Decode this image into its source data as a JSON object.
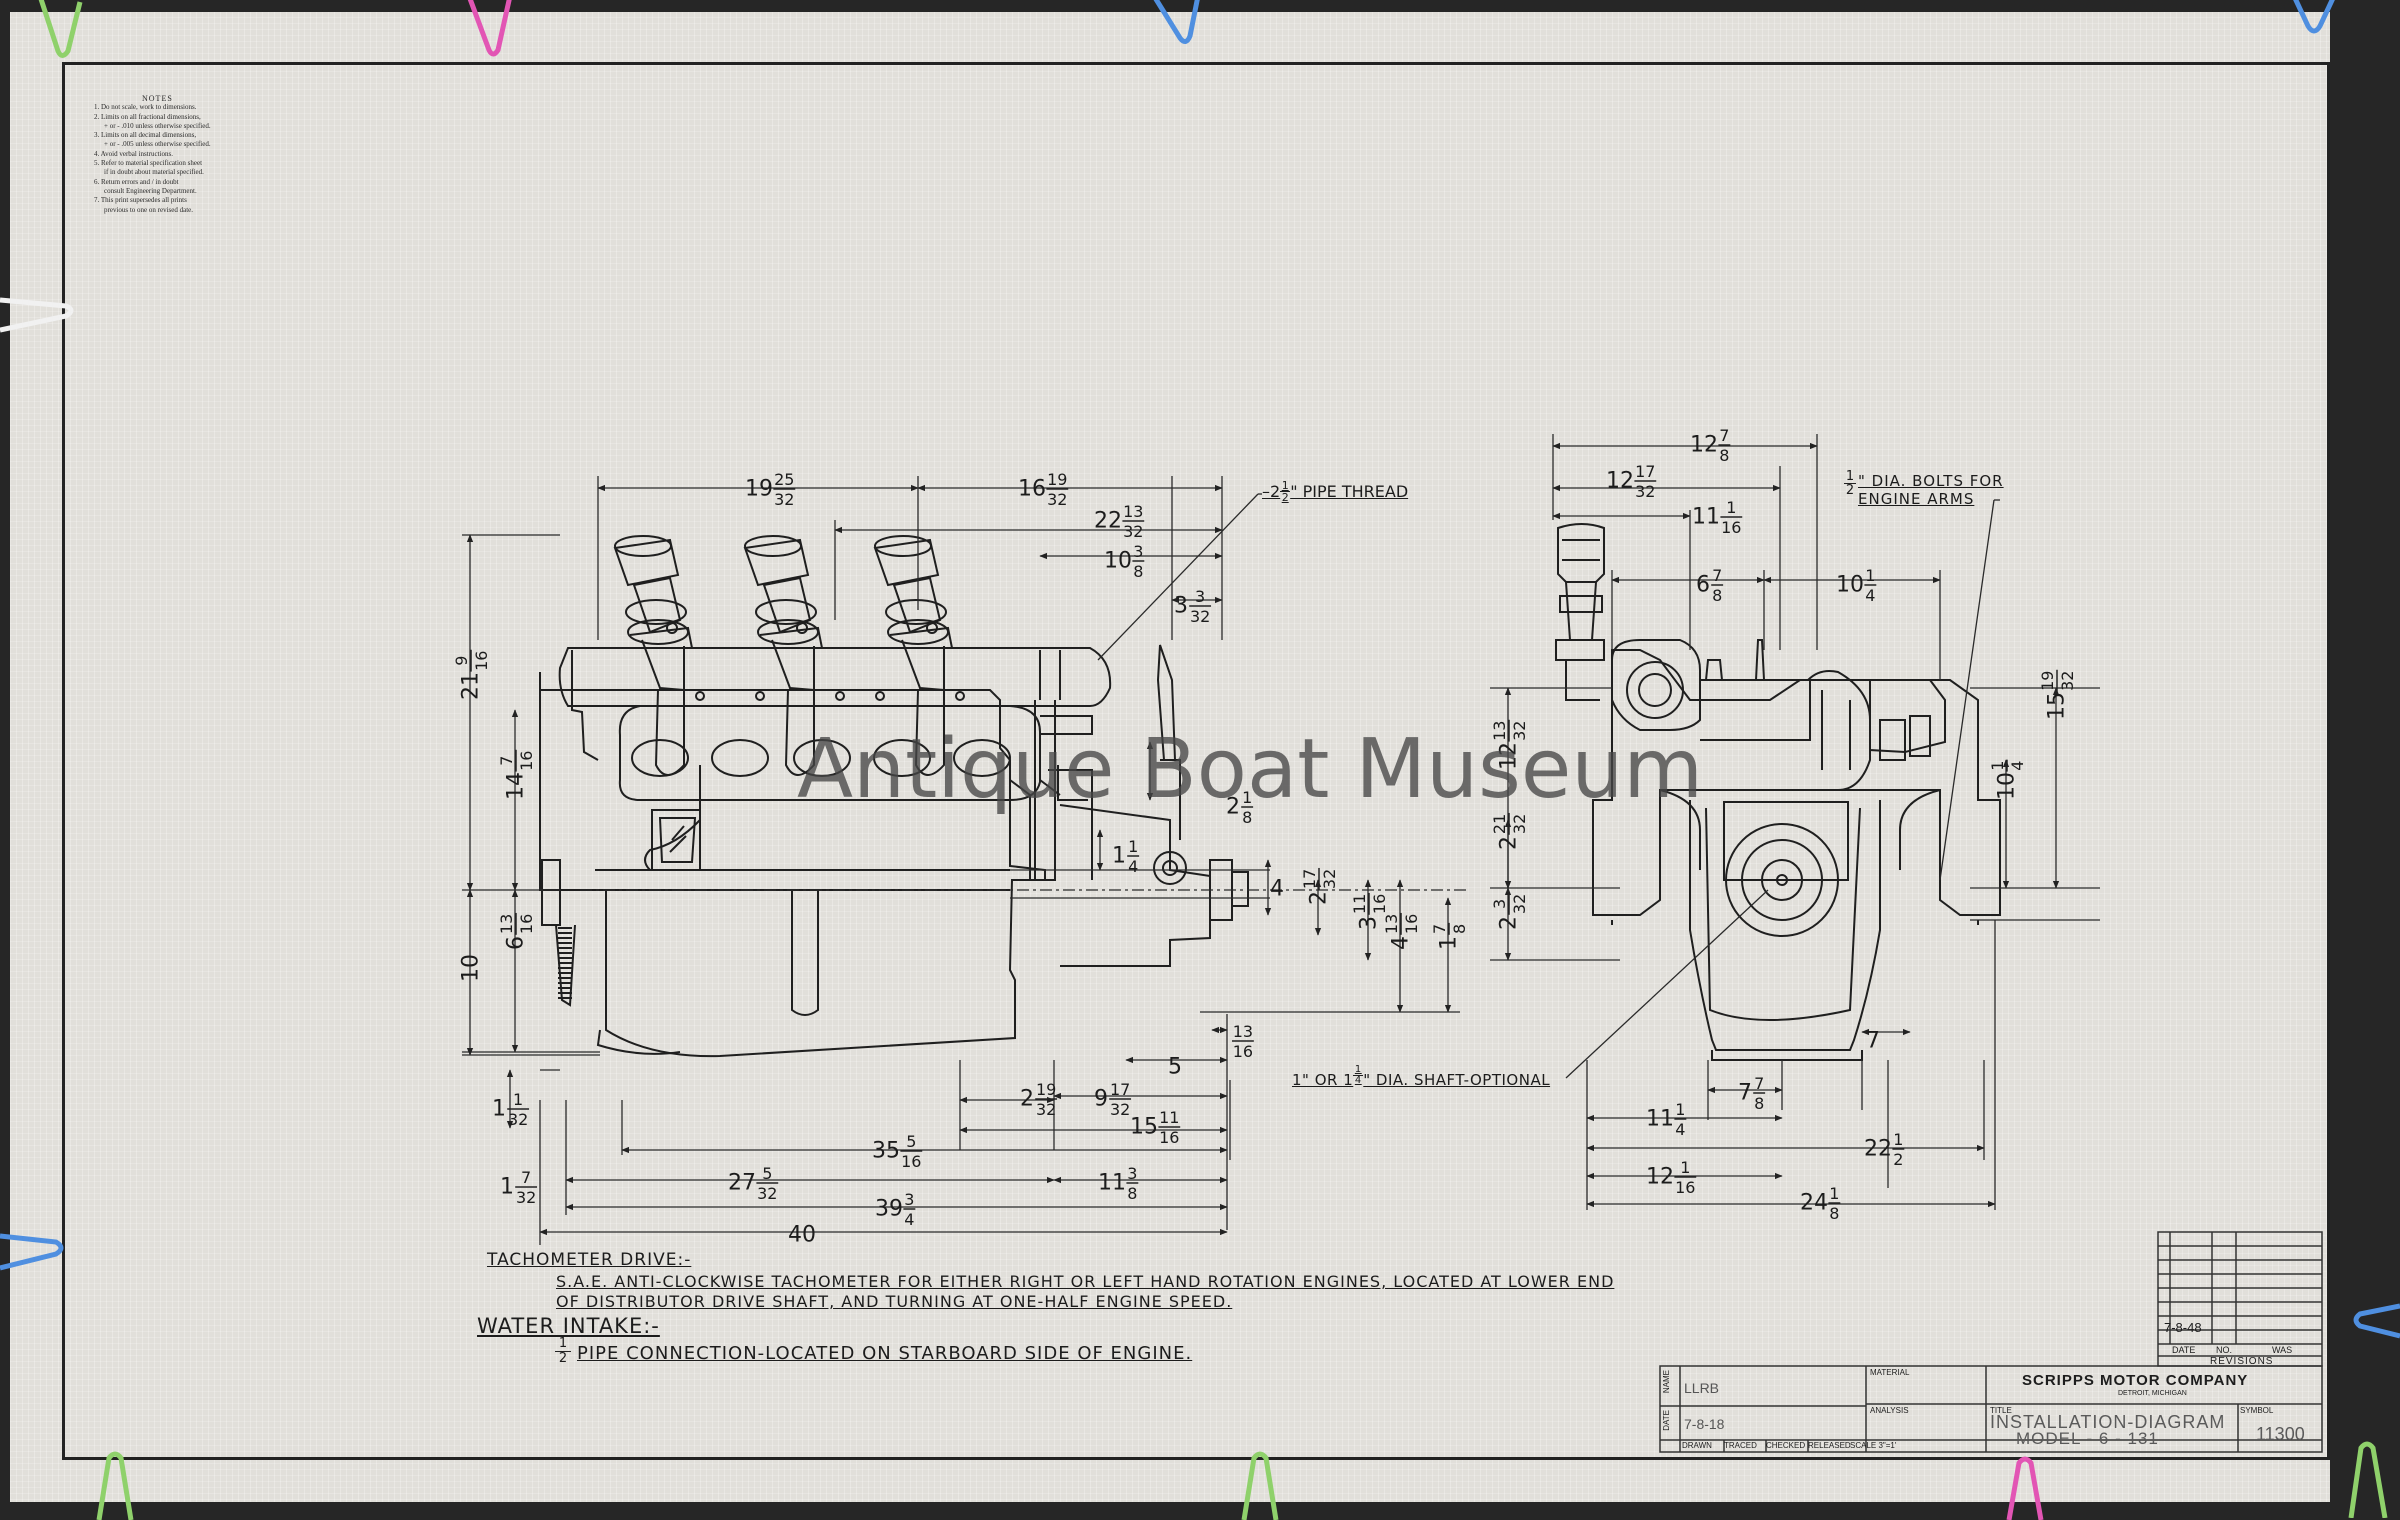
{
  "watermark": "Antique Boat Museum",
  "notes": {
    "title": "NOTES",
    "items": [
      "1. Do not scale, work to dimensions.",
      "2. Limits on all fractional dimensions,",
      "+ or - .010 unless otherwise specified.",
      "3. Limits on all decimal dimensions,",
      "+ or - .005 unless otherwise specified.",
      "4. Avoid verbal instructions.",
      "5. Refer to material specification sheet",
      "if in doubt about material specified.",
      "6. Return errors and / in doubt",
      "consult Engineering Department.",
      "7. This print supersedes all prints",
      "previous to one on revised date."
    ]
  },
  "side_view": {
    "dims": {
      "d19_25_32": {
        "whole": "19",
        "num": "25",
        "den": "32"
      },
      "d16_19_32": {
        "whole": "16",
        "num": "19",
        "den": "32"
      },
      "d22_13_32": {
        "whole": "22",
        "num": "13",
        "den": "32"
      },
      "d10_3_8": {
        "whole": "10",
        "num": "3",
        "den": "8"
      },
      "d3_3_32": {
        "whole": "3",
        "num": "3",
        "den": "32"
      },
      "d21_9_16": {
        "whole": "21",
        "num": "9",
        "den": "16"
      },
      "d14_7_16": {
        "whole": "14",
        "num": "7",
        "den": "16"
      },
      "d6_13_16": {
        "whole": "6",
        "num": "13",
        "den": "16"
      },
      "d10": {
        "whole": "10"
      },
      "d1_1_32": {
        "whole": "1",
        "num": "1",
        "den": "32"
      },
      "d1_7_32": {
        "whole": "1",
        "num": "7",
        "den": "32"
      },
      "d2_1_8": {
        "whole": "2",
        "num": "1",
        "den": "8"
      },
      "d1_1_4": {
        "whole": "1",
        "num": "1",
        "den": "4"
      },
      "d4": {
        "whole": "4"
      },
      "d2_17_32": {
        "whole": "2",
        "num": "17",
        "den": "32"
      },
      "d3_11_16": {
        "whole": "3",
        "num": "11",
        "den": "16"
      },
      "d4_13_16": {
        "whole": "4",
        "num": "13",
        "den": "16"
      },
      "d1_7_8": {
        "whole": "1",
        "num": "7",
        "den": "8"
      },
      "d13_16": {
        "whole": "",
        "num": "13",
        "den": "16"
      },
      "d5": {
        "whole": "5"
      },
      "d2_19_32": {
        "whole": "2",
        "num": "19",
        "den": "32"
      },
      "d9_17_32": {
        "whole": "9",
        "num": "17",
        "den": "32"
      },
      "d15_11_16": {
        "whole": "15",
        "num": "11",
        "den": "16"
      },
      "d35_5_16": {
        "whole": "35",
        "num": "5",
        "den": "16"
      },
      "d27_5_32": {
        "whole": "27",
        "num": "5",
        "den": "32"
      },
      "d11_3_8": {
        "whole": "11",
        "num": "3",
        "den": "8"
      },
      "d39_3_4": {
        "whole": "39",
        "num": "3",
        "den": "4"
      },
      "d40": {
        "whole": "40"
      }
    },
    "pipe_thread": {
      "prefix": "2",
      "num": "1",
      "den": "2",
      "text": "\" PIPE THREAD"
    }
  },
  "front_view": {
    "dims": {
      "d12_7_8": {
        "whole": "12",
        "num": "7",
        "den": "8"
      },
      "d12_17_32": {
        "whole": "12",
        "num": "17",
        "den": "32"
      },
      "d11_1_16": {
        "whole": "11",
        "num": "1",
        "den": "16"
      },
      "d6_7_8": {
        "whole": "6",
        "num": "7",
        "den": "8"
      },
      "d10_1_4": {
        "whole": "10",
        "num": "1",
        "den": "4"
      },
      "d15_19_32": {
        "whole": "15",
        "num": "19",
        "den": "32"
      },
      "d10_1_4v": {
        "whole": "10",
        "num": "1",
        "den": "4"
      },
      "d12_13_32": {
        "whole": "12",
        "num": "13",
        "den": "32"
      },
      "d2_21_32": {
        "whole": "2",
        "num": "21",
        "den": "32"
      },
      "d2_3_32": {
        "whole": "2",
        "num": "3",
        "den": "32"
      },
      "d7": {
        "whole": "7"
      },
      "d7_7_8": {
        "whole": "7",
        "num": "7",
        "den": "8"
      },
      "d11_1_4": {
        "whole": "11",
        "num": "1",
        "den": "4"
      },
      "d22_1_2": {
        "whole": "22",
        "num": "1",
        "den": "2"
      },
      "d12_1_16": {
        "whole": "12",
        "num": "1",
        "den": "16"
      },
      "d24_1_8": {
        "whole": "24",
        "num": "1",
        "den": "8"
      }
    },
    "bolts_note": {
      "num": "1",
      "den": "2",
      "line1": "\" DIA. BOLTS FOR",
      "line2": "ENGINE ARMS"
    },
    "shaft_note": {
      "prefix": "1\" OR 1",
      "num": "1",
      "den": "4",
      "text": "\" DIA. SHAFT-OPTIONAL"
    }
  },
  "tach": {
    "heading": "TACHOMETER DRIVE:-",
    "line1": "S.A.E. ANTI-CLOCKWISE TACHOMETER FOR EITHER RIGHT OR LEFT HAND ROTATION ENGINES, LOCATED AT LOWER END",
    "line2": "OF DISTRIBUTOR DRIVE SHAFT, AND TURNING AT ONE-HALF ENGINE SPEED."
  },
  "water": {
    "heading": "WATER INTAKE:-",
    "num": "1",
    "den": "2",
    "line": "PIPE CONNECTION-LOCATED ON STARBOARD SIDE OF ENGINE."
  },
  "title_block": {
    "company": "SCRIPPS MOTOR COMPANY",
    "city": "DETROIT, MICHIGAN",
    "material_label": "MATERIAL",
    "analysis_label": "ANALYSIS",
    "title_label": "TITLE",
    "title_line1": "INSTALLATION-DIAGRAM",
    "title_line2": "MODEL - 6 - 131",
    "symbol_label": "SYMBOL",
    "symbol": "11300",
    "name_label": "NAME",
    "date_label": "DATE",
    "name_value": "LLRB",
    "date_value": "7-8-18",
    "roles": [
      "DRAWN",
      "TRACED",
      "CHECKED",
      "RELEASED",
      "SCALE 3\"=1'"
    ],
    "revisions": {
      "label": "REVISIONS",
      "date": "7-8-48",
      "col_date": "DATE",
      "col_no": "NO.",
      "col_was": "WAS"
    }
  }
}
